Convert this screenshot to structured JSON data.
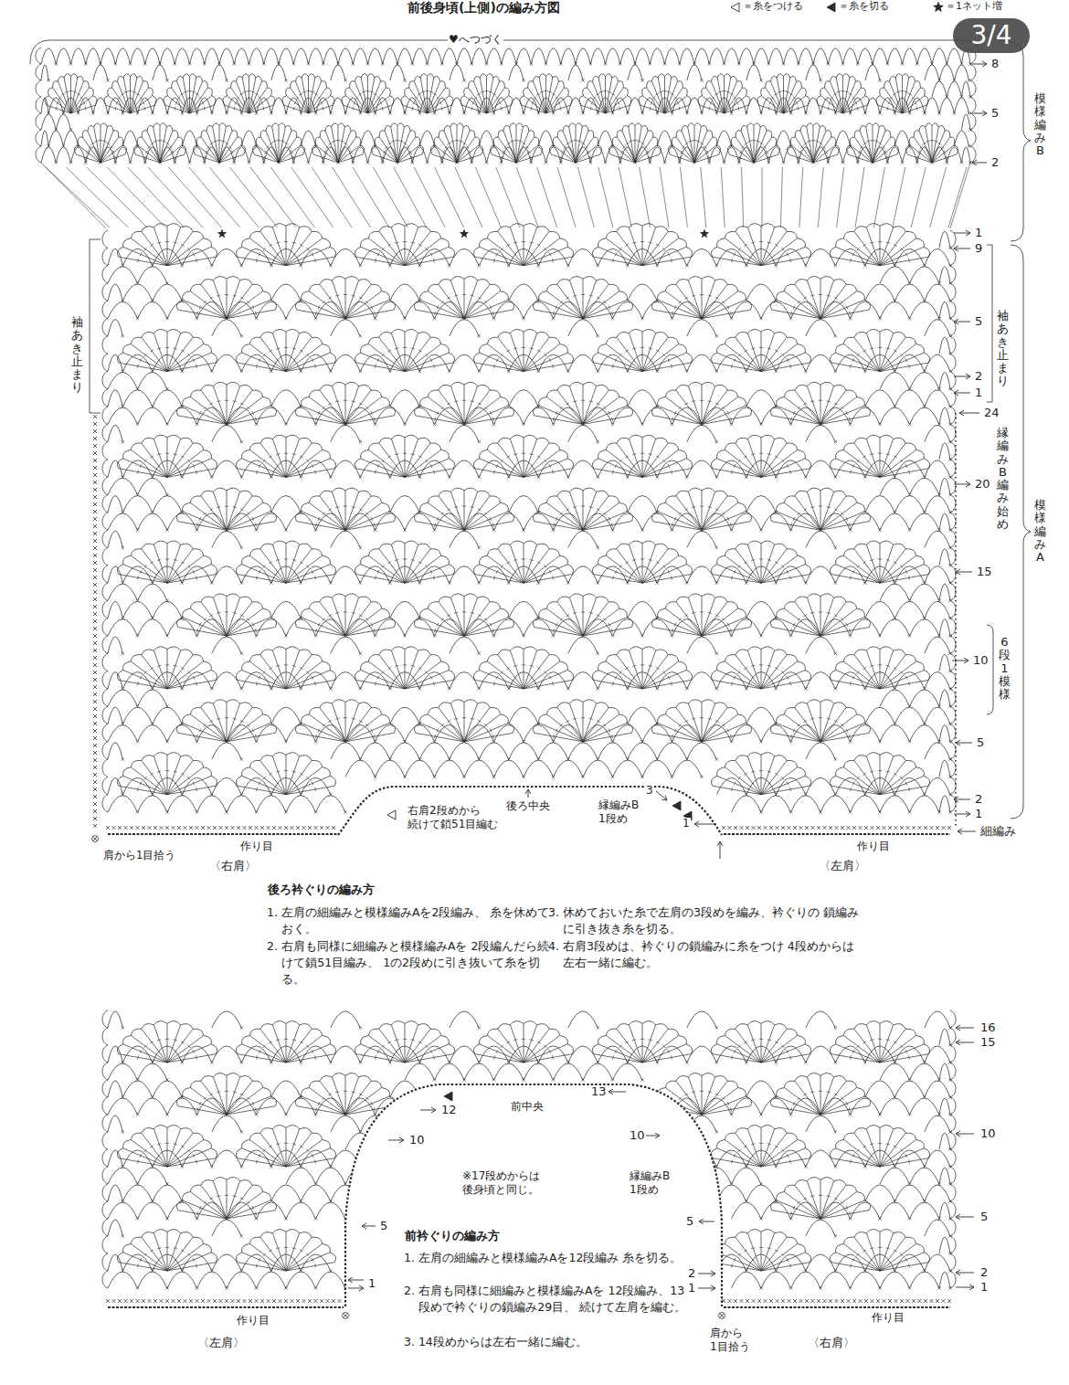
{
  "diagram": {
    "title": "前後身頃(上側)の編み方図",
    "nodes": [
      {
        "text": [
          "3/4"
        ]
      }
    ],
    "labels": [
      "♥へつづく",
      "8",
      "5",
      "2",
      "1",
      "9",
      "5",
      "2",
      "1",
      "24",
      "20",
      "15",
      "10",
      "5",
      "2",
      "1",
      "細編み",
      "模様編みB",
      "袖あき止まり",
      "縁編みB編み始め",
      "模様編みA",
      "6段1模様",
      "袖あき止まり",
      "肩から1目拾う",
      "〈右肩〉",
      "作り目",
      "右肩2段めから 続けて鎖51目編む",
      "後ろ中央",
      "縁編みB 1段め",
      "3",
      "1",
      "作り目",
      "〈左肩〉",
      "後ろ衿ぐりの編み方",
      "1. 左肩の細編みと模様編みAを2段編み、 糸を休めておく。",
      "2. 右肩も同様に細編みと模様編みAを 2段編んだら続けて鎖51目編み、 1の2段めに引き抜いて糸を切る。",
      "3. 休めておいた糸で左肩の3段めを編み、衿ぐりの 鎖編みに引き抜き糸を切る。",
      "4. 右肩3段めは、衿ぐりの鎖編みに糸をつけ 4段めからは左右一緒に編む。",
      "16",
      "15",
      "10",
      "5",
      "2",
      "1",
      "12",
      "10",
      "5",
      "1",
      "13",
      "10",
      "5",
      "2",
      "1",
      "前中央",
      "※17段めからは 後身頃と同じ。",
      "縁編みB 1段め",
      "前衿ぐりの編み方",
      "1. 左肩の細編みと模様編みAを12段編み 糸を切る。",
      "2. 右肩も同様に細編みと模様編みAを 12段編み、13段めで衿ぐりの鎖編み29目、 続けて左肩を編む。",
      "3. 14段めからは左右一緒に編む。",
      "作り目",
      "作り目",
      "〈左肩〉",
      "〈右肩〉",
      "肩から 1目拾う"
    ],
    "legend": [
      {
        "text": "＝糸をつける"
      },
      {
        "text": "＝糸を切る"
      },
      {
        "text": "＝1ネット増"
      }
    ]
  }
}
